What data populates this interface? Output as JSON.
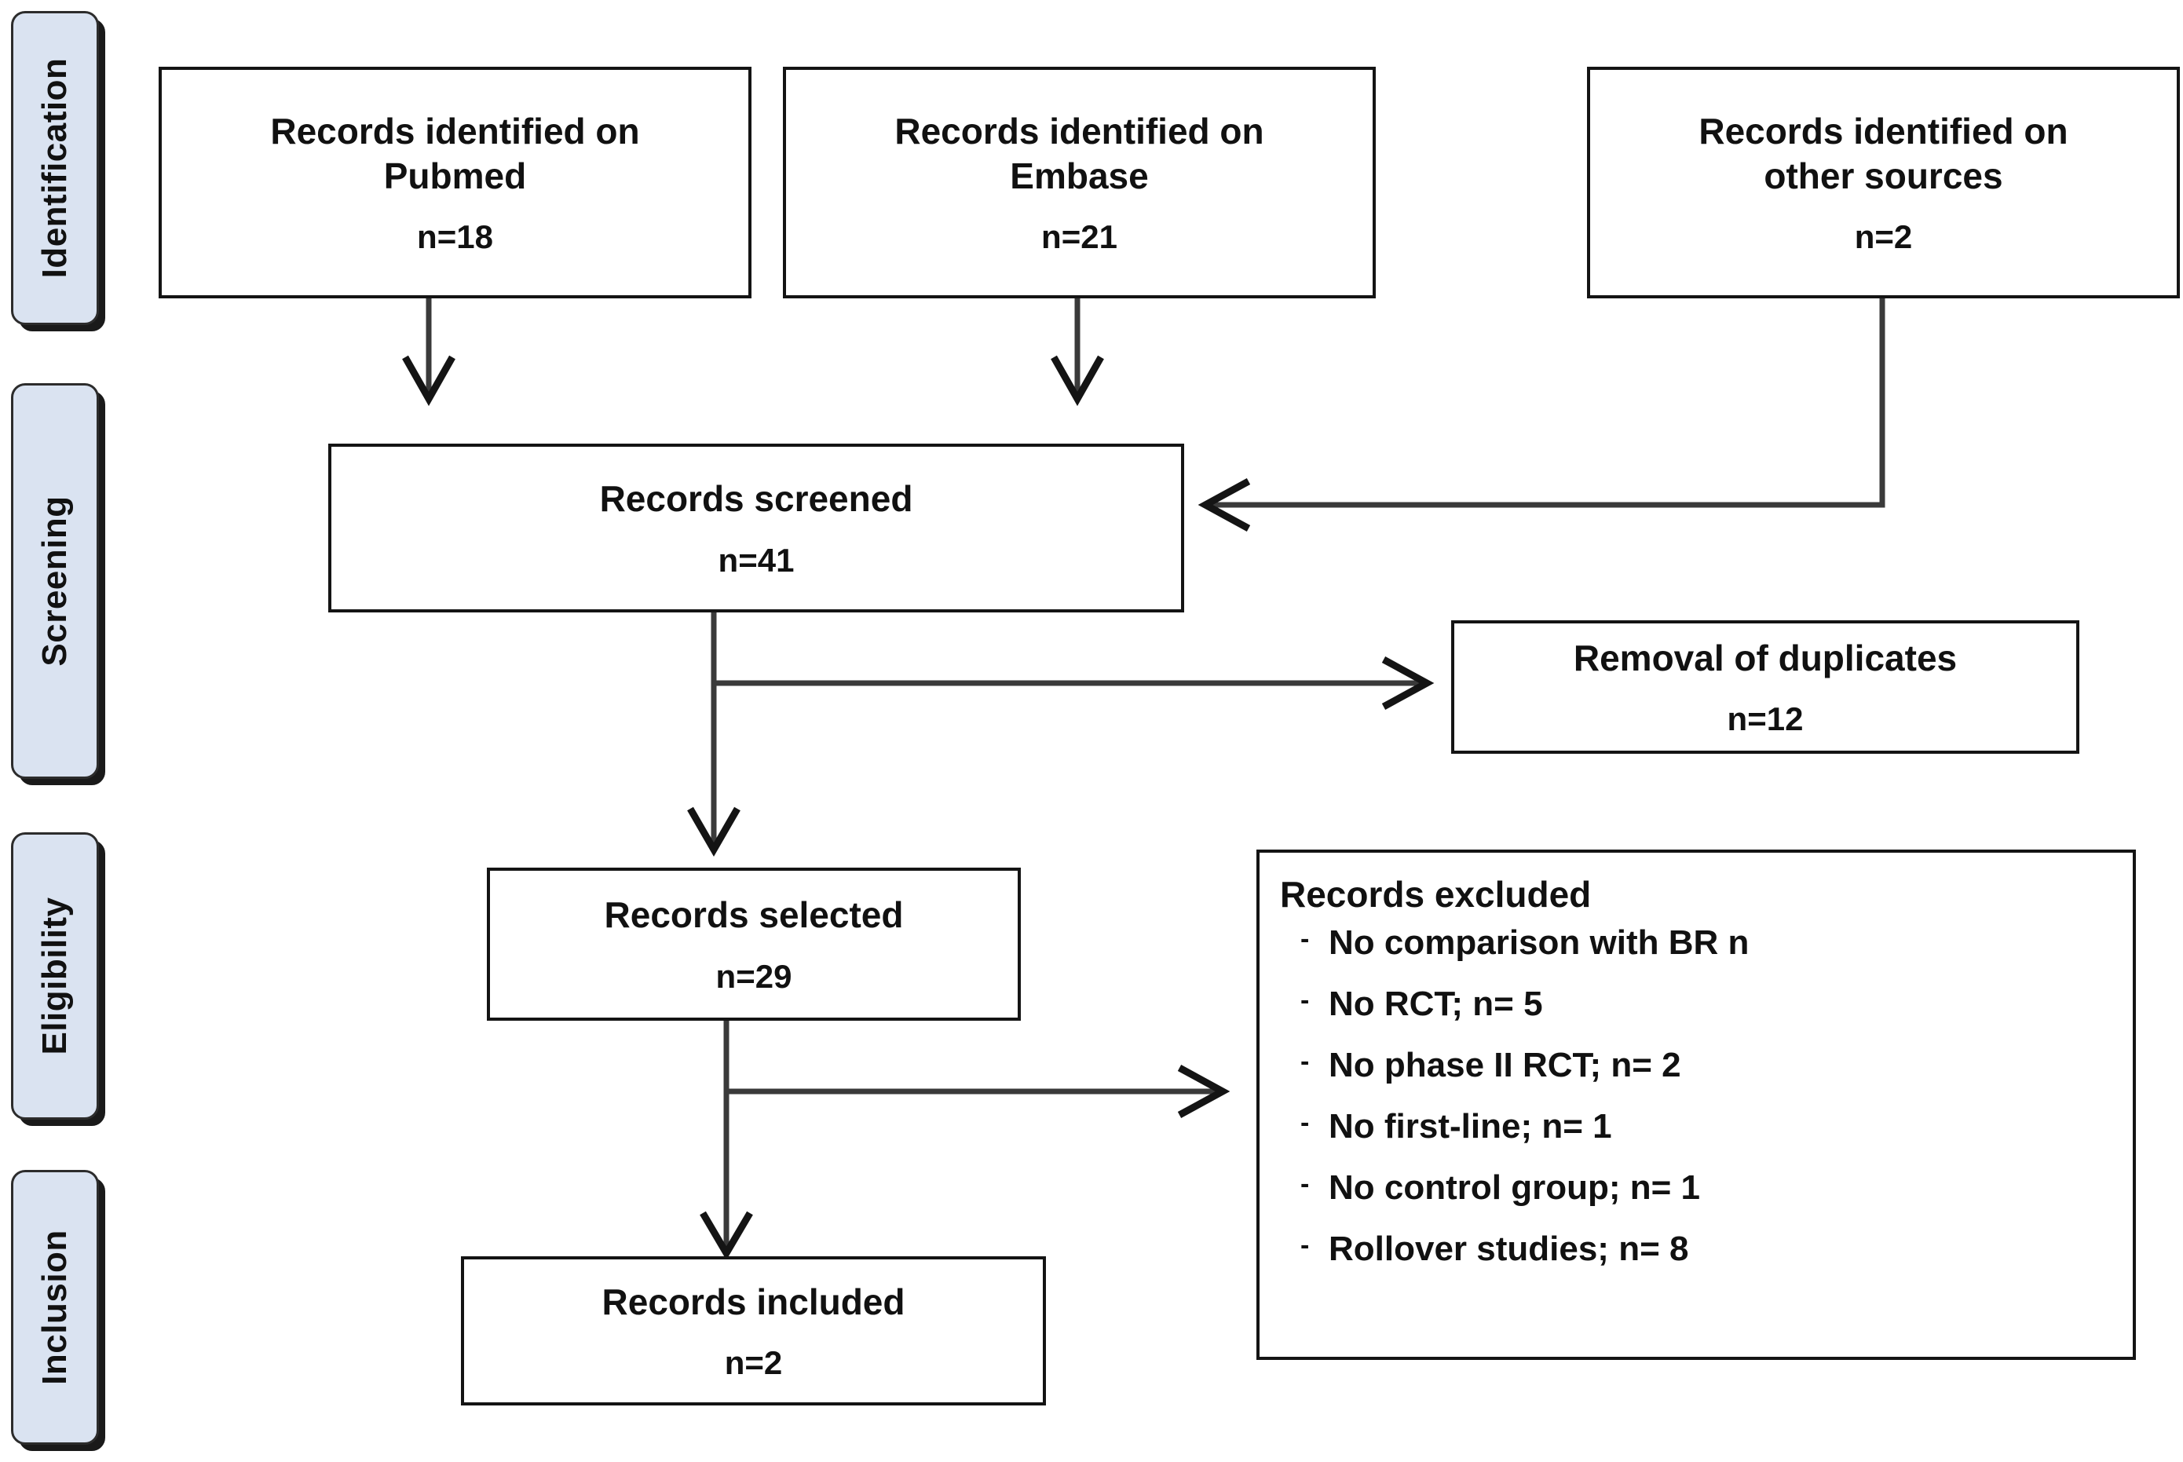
{
  "diagram": {
    "type": "prisma-flow-diagram",
    "stages": [
      {
        "id": "identification",
        "label": "Identification"
      },
      {
        "id": "screening",
        "label": "Screening"
      },
      {
        "id": "eligibility",
        "label": "Eligibility"
      },
      {
        "id": "inclusion",
        "label": "Inclusion"
      }
    ],
    "boxes": {
      "pubmed": {
        "title": "Records identified on\nPubmed",
        "count": "n=18"
      },
      "embase": {
        "title": "Records identified on\nEmbase",
        "count": "n=21"
      },
      "other": {
        "title": "Records identified on\nother sources",
        "count": "n=2"
      },
      "screened": {
        "title": "Records screened",
        "count": "n=41"
      },
      "duplicates": {
        "title": "Removal of duplicates",
        "count": "n=12"
      },
      "selected": {
        "title": "Records selected",
        "count": "n=29"
      },
      "included": {
        "title": "Records included",
        "count": "n=2"
      }
    },
    "excluded": {
      "title": "Records excluded",
      "bullet": "-",
      "items": [
        "No comparison with BR n",
        "No RCT; n= 5",
        "No phase II RCT; n= 2",
        "No first-line; n= 1",
        "No control group; n= 1",
        "Rollover studies; n= 8"
      ]
    },
    "colors": {
      "stage_fill": "#dae3f1",
      "stage_border": "#2c2c2c",
      "box_border": "#141414",
      "connector": "#3a3a3a",
      "text": "#111111",
      "background": "#ffffff"
    }
  }
}
